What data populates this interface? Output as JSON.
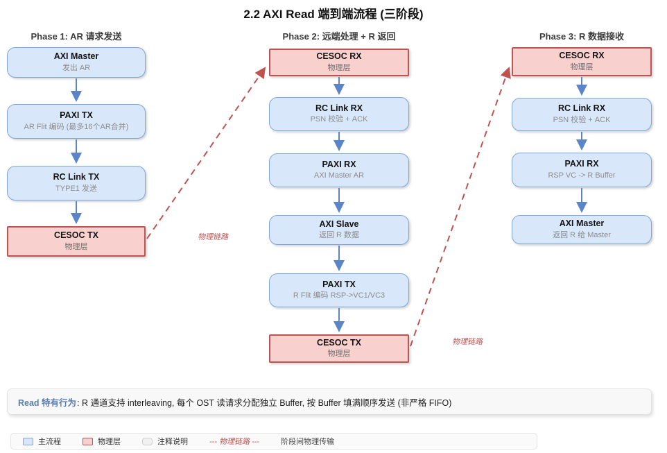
{
  "title": "2.2 AXI Read 端到端流程 (三阶段)",
  "phases": [
    {
      "header": "Phase 1: AR 请求发送",
      "boxes": [
        {
          "title": "AXI Master",
          "subtitle": "发出 AR",
          "type": "main"
        },
        {
          "title": "PAXI TX",
          "subtitle": "AR Flit 编码 (最多16个AR合并)",
          "type": "main"
        },
        {
          "title": "RC Link TX",
          "subtitle": "TYPE1 发送",
          "type": "main"
        },
        {
          "title": "CESOC TX",
          "subtitle": "物理层",
          "type": "phy"
        }
      ]
    },
    {
      "header": "Phase 2: 远端处理 + R 返回",
      "boxes": [
        {
          "title": "CESOC RX",
          "subtitle": "物理层",
          "type": "phy"
        },
        {
          "title": "RC Link RX",
          "subtitle": "PSN 校验 + ACK",
          "type": "main"
        },
        {
          "title": "PAXI RX",
          "subtitle": "AXI Master AR",
          "type": "main"
        },
        {
          "title": "AXI Slave",
          "subtitle": "返回 R 数据",
          "type": "main"
        },
        {
          "title": "PAXI TX",
          "subtitle": "R Flit 编码 RSP->VC1/VC3",
          "type": "main"
        },
        {
          "title": "CESOC TX",
          "subtitle": "物理层",
          "type": "phy"
        }
      ]
    },
    {
      "header": "Phase 3: R 数据接收",
      "boxes": [
        {
          "title": "CESOC RX",
          "subtitle": "物理层",
          "type": "phy"
        },
        {
          "title": "RC Link RX",
          "subtitle": "PSN 校验 + ACK",
          "type": "main"
        },
        {
          "title": "PAXI RX",
          "subtitle": "RSP VC -> R Buffer",
          "type": "main"
        },
        {
          "title": "AXI Master",
          "subtitle": "返回 R 给 Master",
          "type": "main"
        }
      ]
    }
  ],
  "link_labels": [
    "物理链路",
    "物理链路"
  ],
  "note": {
    "highlight": "Read 特有行为",
    "rest": ": R 通道支持 interleaving, 每个 OST 读请求分配独立 Buffer, 按 Buffer 填满顺序发送 (非严格 FIFO)"
  },
  "legend": {
    "items": [
      {
        "label": "主流程",
        "swatch": "main"
      },
      {
        "label": "物理层",
        "swatch": "phy"
      },
      {
        "label": "注释说明",
        "swatch": "note"
      },
      {
        "label": "--- 物理链路 ---",
        "swatch": "none"
      },
      {
        "label": "阶段间物理传输",
        "swatch": "none"
      }
    ]
  },
  "colors": {
    "main_fill": "#d9e7fa",
    "main_border": "#7da6dd",
    "phy_fill": "#f8d0cd",
    "phy_border": "#bf5350",
    "arrow": "#5c85c7",
    "dashed_link": "#bf5350",
    "note_highlight": "#5b7db1"
  }
}
